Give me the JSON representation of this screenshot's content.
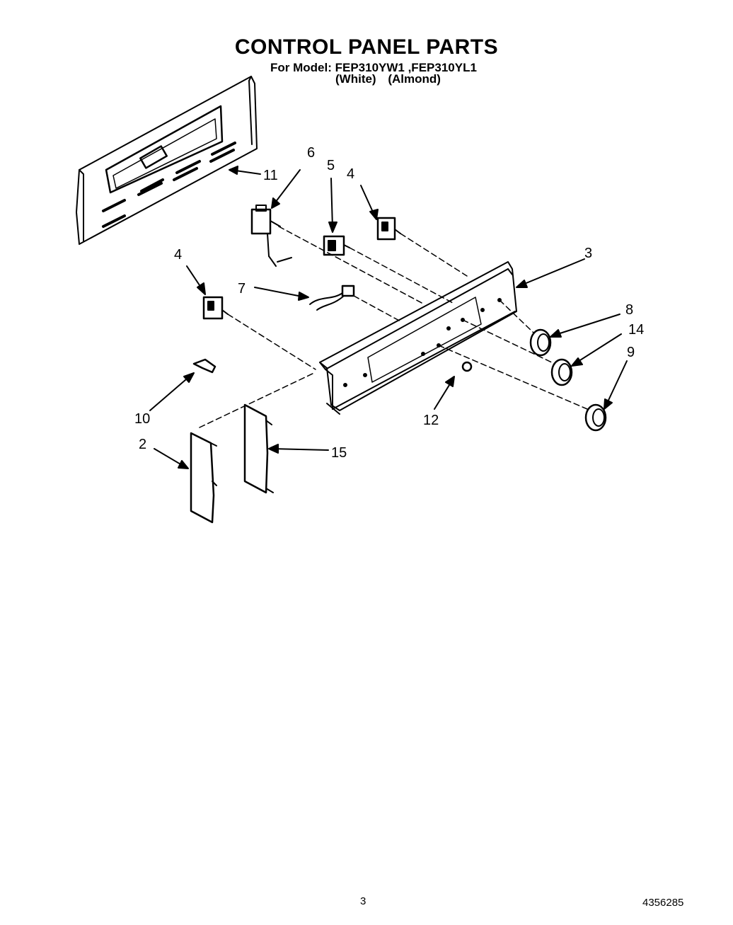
{
  "header": {
    "title": "CONTROL PANEL PARTS",
    "model_line": "For Model: FEP310YW1 ,FEP310YL1",
    "variant_white": "(White)",
    "variant_almond": "(Almond)"
  },
  "callouts": {
    "c2": "2",
    "c3": "3",
    "c4a": "4",
    "c4b": "4",
    "c5": "5",
    "c6": "6",
    "c7": "7",
    "c8": "8",
    "c9": "9",
    "c10": "10",
    "c11": "11",
    "c12": "12",
    "c14": "14",
    "c15": "15"
  },
  "footer": {
    "page_number": "3",
    "document_number": "4356285"
  }
}
